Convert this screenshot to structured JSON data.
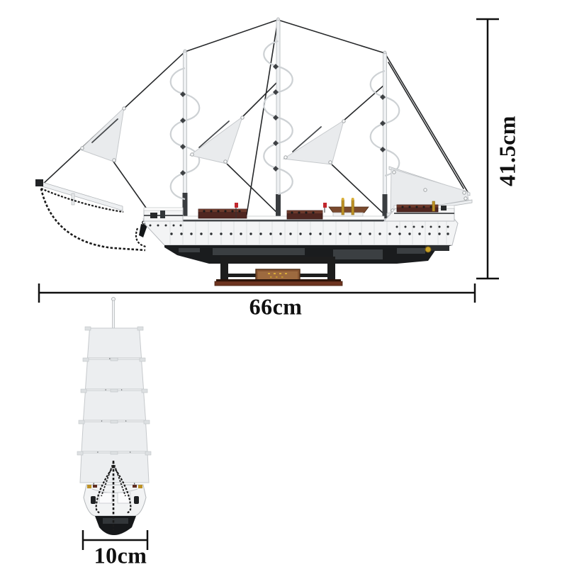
{
  "page": {
    "background": "#ffffff",
    "type": "product-dimension-diagram",
    "subject": "three-masted brick-built sailing ship model on a display stand"
  },
  "views": {
    "side_view": "ship side profile with masts, staysails, spanker sail and wooden display stand",
    "front_view": "ship bow profile with stacked square sails and anchor chains"
  },
  "dimensions": {
    "height": {
      "value": "41.5cm",
      "orientation": "vertical",
      "position": "right-of-side-view"
    },
    "length": {
      "value": "66cm",
      "orientation": "horizontal",
      "position": "below-side-view"
    },
    "beam": {
      "value": "10cm",
      "orientation": "horizontal",
      "position": "below-front-view"
    }
  },
  "colors": {
    "dimension_line": "#101010",
    "sail": "#e9ebed",
    "hull_upper": "#f3f4f5",
    "hull_lower": "#1a1c1e",
    "wood_block": "#4f2620",
    "stand_frame": "#1d1d1d",
    "stand_plaque": "#8a5733",
    "gold_accent": "#bd9226",
    "flag_red": "#c1272d"
  }
}
